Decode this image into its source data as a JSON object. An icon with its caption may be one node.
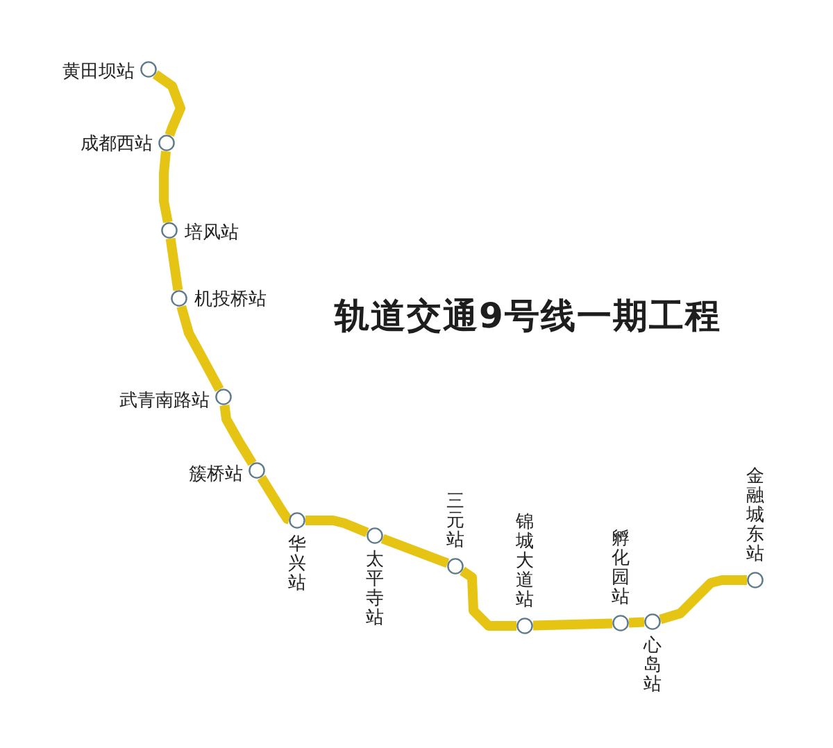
{
  "diagram": {
    "title": "轨道交通9号线一期工程",
    "nodes": [
      {
        "text": [],
        "shape": "circle",
        "beside": [
          "黄田坝站"
        ]
      },
      {
        "text": [],
        "shape": "circle",
        "beside": [
          "成都西站"
        ]
      },
      {
        "text": [],
        "shape": "circle",
        "beside": [
          "培风站"
        ]
      },
      {
        "text": [],
        "shape": "circle",
        "beside": [
          "机投桥站"
        ]
      },
      {
        "text": [],
        "shape": "circle",
        "beside": [
          "武青南路站"
        ]
      },
      {
        "text": [],
        "shape": "circle",
        "beside": [
          "簇桥站"
        ]
      },
      {
        "text": [],
        "shape": "circle",
        "beside": [
          "华兴站"
        ]
      },
      {
        "text": [],
        "shape": "circle",
        "beside": [
          "太平寺站"
        ]
      },
      {
        "text": [],
        "shape": "circle",
        "beside": [
          "三元站"
        ]
      },
      {
        "text": [],
        "shape": "circle",
        "beside": [
          "锦城大道站"
        ]
      },
      {
        "text": [],
        "shape": "circle",
        "beside": [
          "孵化园站"
        ]
      },
      {
        "text": [],
        "shape": "circle",
        "beside": [
          "心岛站"
        ]
      },
      {
        "text": [],
        "shape": "circle",
        "beside": [
          "金融城东站"
        ]
      }
    ],
    "edges": [
      {
        "from": 0,
        "to": 1,
        "arrow": "none"
      },
      {
        "from": 1,
        "to": 2,
        "arrow": "none"
      },
      {
        "from": 2,
        "to": 3,
        "arrow": "none"
      },
      {
        "from": 3,
        "to": 4,
        "arrow": "none"
      },
      {
        "from": 4,
        "to": 5,
        "arrow": "none"
      },
      {
        "from": 5,
        "to": 6,
        "arrow": "none"
      },
      {
        "from": 6,
        "to": 7,
        "arrow": "none"
      },
      {
        "from": 7,
        "to": 8,
        "arrow": "none"
      },
      {
        "from": 8,
        "to": 9,
        "arrow": "none"
      },
      {
        "from": 9,
        "to": 10,
        "arrow": "none"
      },
      {
        "from": 10,
        "to": 11,
        "arrow": "none"
      },
      {
        "from": 11,
        "to": 12,
        "arrow": "none"
      }
    ]
  }
}
